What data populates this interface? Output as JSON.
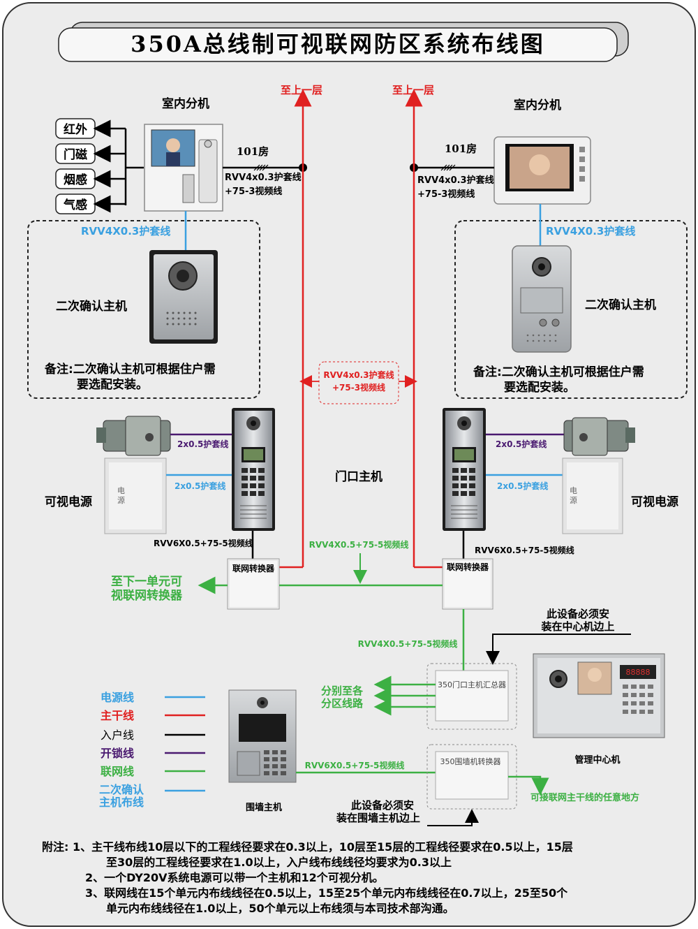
{
  "title": "350A总线制可视联网防区系统布线图",
  "left_indoor": {
    "label": "室内分机",
    "sensors": [
      "红外",
      "门磁",
      "烟感",
      "气感"
    ],
    "room": "101房",
    "cable_1": "RVV4x0.3护套线",
    "cable_2": "+75-3视频线",
    "confirm_cable": "RVV4X0.3护套线",
    "confirm_label": "二次确认主机",
    "note_1": "备注:二次确认主机可根据住户需",
    "note_2": "要选配安装。",
    "lock_cable": "2x0.5护套线",
    "power_cable": "2x0.5护套线",
    "power_label": "可视电源",
    "door_cable": "RVV6X0.5+75-5视频线",
    "converter": "联网转换器",
    "next_unit_1": "至下一单元可",
    "next_unit_2": "视联网转换器"
  },
  "right_indoor": {
    "label": "室内分机",
    "room": "101房",
    "cable_1": "RVV4x0.3护套线",
    "cable_2": "+75-3视频线",
    "confirm_cable": "RVV4X0.3护套线",
    "confirm_label": "二次确认主机",
    "note_1": "备注:二次确认主机可根据住户需",
    "note_2": "要选配安装。",
    "lock_cable": "2x0.5护套线",
    "power_cable": "2x0.5护套线",
    "power_label": "可视电源",
    "door_cable": "RVV6X0.5+75-5视频线",
    "converter": "联网转换器"
  },
  "up_floor": "至上一层",
  "center_cable_1": "RVV4x0.3护套线",
  "center_cable_2": "+75-3视频线",
  "door_host_label": "门口主机",
  "network_cable": "RVV4X0.5+75-5视频线",
  "trunk_cable": "RVV4X0.5+75-5视频线",
  "center_note_1": "此设备必须安",
  "center_note_2": "装在中心机边上",
  "hub_label": "350门口主机汇总器",
  "zones_1": "分别至各",
  "zones_2": "分区线路",
  "center_machine": "管理中心机",
  "wall_cable": "RVV6X0.5+75-5视频线",
  "wall_converter": "350围墙机转换器",
  "wall_host": "围墙主机",
  "wall_note_1": "此设备必须安",
  "wall_note_2": "装在围墙主机边上",
  "connect_note": "可接联网主干线的任意地方",
  "legend": [
    {
      "label": "电源线",
      "color": "#3aa0e0"
    },
    {
      "label": "主干线",
      "color": "#e02020"
    },
    {
      "label": "入户线",
      "color": "#000000"
    },
    {
      "label": "开锁线",
      "color": "#4a1a70"
    },
    {
      "label": "联网线",
      "color": "#3cb043"
    },
    {
      "label": "二次确认",
      "color": "#3aa0e0"
    },
    {
      "label": "主机布线",
      "color": "#3aa0e0"
    }
  ],
  "notes": [
    "附注: 1、主干线布线10层以下的工程线径要求在0.3以上，10层至15层的工程线径要求在0.5以上，15层",
    "至30层的工程线径要求在1.0以上，入户线布线线径均要求为0.3以上",
    "2、一个DY20V系统电源可以带一个主机和12个可视分机。",
    "3、联网线在15个单元内布线线径在0.5以上，15至25个单元内布线线径在0.7以上，25至50个",
    "单元内布线线径在1.0以上，50个单元以上布线须与本司技术部沟通。"
  ],
  "colors": {
    "red": "#e02020",
    "green": "#3cb043",
    "blue": "#3aa0e0",
    "purple": "#4a1a70"
  }
}
